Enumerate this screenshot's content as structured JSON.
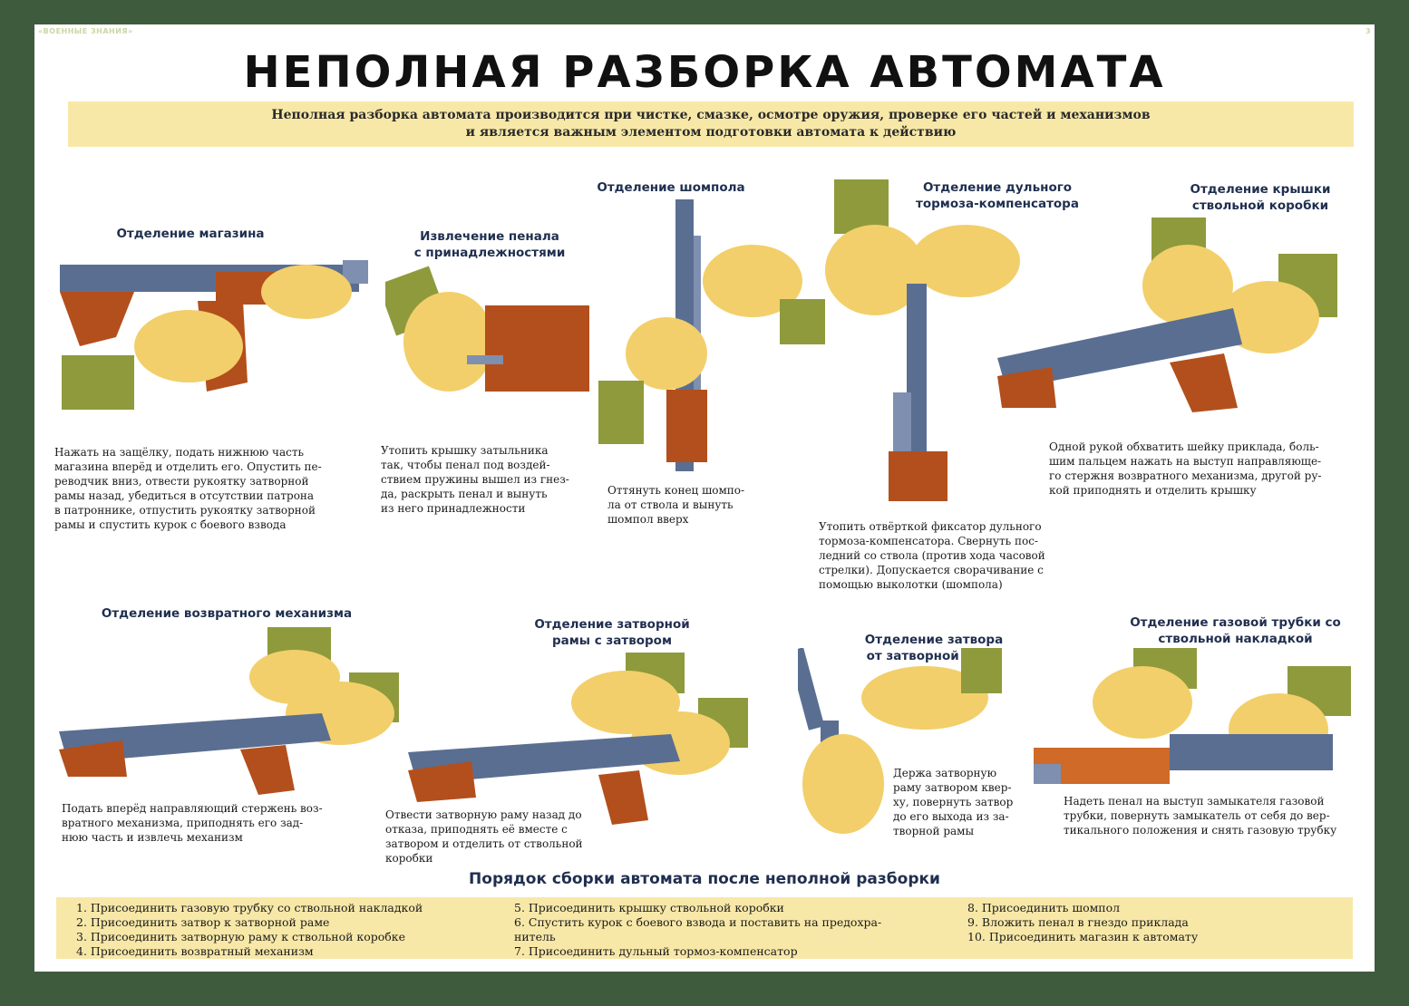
{
  "header": {
    "series": "«ВОЕННЫЕ ЗНАНИЯ»",
    "page": "3",
    "title": "НЕПОЛНАЯ РАЗБОРКА АВТОМАТА",
    "intro": [
      "Неполная разборка автомата производится при чистке, смазке, осмотре оружия, проверке его частей и механизмов",
      "и является важным элементом подготовки автомата к действию"
    ]
  },
  "steps": [
    {
      "title": [
        "Отделение магазина"
      ],
      "desc": [
        "Нажать на защёлку, подать нижнюю часть",
        "магазина вперёд и отделить его. Опустить пе-",
        "реводчик вниз, отвести рукоятку затворной",
        "рамы назад, убедиться в отсутствии патрона",
        "в патроннике, отпустить рукоятку затворной",
        "рамы и спустить курок с боевого взвода"
      ]
    },
    {
      "title": [
        "Извлечение пенала",
        "с принадлежностями"
      ],
      "desc": [
        "Утопить крышку затыльника",
        "так, чтобы пенал под воздей-",
        "ствием пружины вышел из гнез-",
        "да, раскрыть пенал и вынуть",
        "из него принадлежности"
      ]
    },
    {
      "title": [
        "Отделение шомпола"
      ],
      "desc": [
        "Оттянуть конец шомпо-",
        "ла от ствола и вынуть",
        "шомпол вверх"
      ]
    },
    {
      "title": [
        "Отделение дульного",
        "тормоза-компенсатора"
      ],
      "desc": [
        "Утопить отвёрткой фиксатор дульного",
        "тормоза-компенсатора. Свернуть пос-",
        "ледний со ствола (против хода часовой",
        "стрелки). Допускается сворачивание с",
        "помощью выколотки (шомпола)"
      ]
    },
    {
      "title": [
        "Отделение крышки",
        "ствольной коробки"
      ],
      "desc": [
        "Одной рукой обхватить шейку приклада, боль-",
        "шим пальцем нажать на выступ направляюще-",
        "го стержня возвратного механизма, другой ру-",
        "кой приподнять и отделить крышку"
      ]
    },
    {
      "title": [
        "Отделение возвратного механизма"
      ],
      "desc": [
        "Подать вперёд направляющий стержень воз-",
        "вратного механизма, приподнять его зад-",
        "нюю часть и извлечь механизм"
      ]
    },
    {
      "title": [
        "Отделение затворной",
        "рамы с затвором"
      ],
      "desc": [
        "Отвести затворную раму назад до",
        "отказа, приподнять её вместе с",
        "затвором и отделить от ствольной",
        "коробки"
      ]
    },
    {
      "title": [
        "Отделение затвора",
        "от затворной рамы"
      ],
      "desc": [
        "Держа затворную",
        "раму затвором квер-",
        "ху, повернуть затвор",
        "до его выхода из за-",
        "творной рамы"
      ]
    },
    {
      "title": [
        "Отделение газовой трубки со",
        "ствольной накладкой"
      ],
      "desc": [
        "Надеть пенал на выступ замыкателя газовой",
        "трубки, повернуть замыкатель от себя до вер-",
        "тикального положения и снять газовую трубку"
      ]
    }
  ],
  "assembly": {
    "title": "Порядок сборки автомата после неполной разборки",
    "col1": [
      "1. Присоединить газовую трубку со ствольной накладкой",
      "2. Присоединить затвор к затворной раме",
      "3. Присоединить затворную раму к ствольной коробке",
      "4. Присоединить возвратный механизм"
    ],
    "col2": [
      "5. Присоединить крышку ствольной коробки",
      "6. Спустить курок с боевого взвода и поставить на предохра-",
      "    нитель",
      "7. Присоединить дульный тормоз-компенсатор"
    ],
    "col3": [
      "8. Присоединить шомпол",
      "9. Вложить пенал в гнездо приклада",
      "10. Присоединить магазин к автомату"
    ]
  },
  "colors": {
    "sleeve": "#8f9a3c",
    "skin": "#f2cf6a",
    "wood": "#b34f1c",
    "metal": "#5a6e92",
    "band": "#f8e8a8",
    "frame": "#3f5b3e"
  }
}
